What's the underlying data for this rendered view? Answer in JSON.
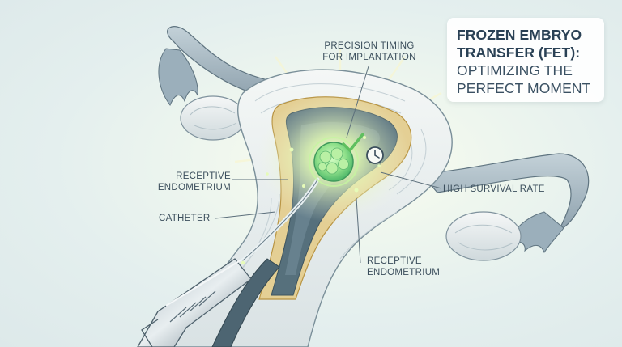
{
  "title": {
    "line1": "FROZEN EMBRYO",
    "line2": "TRANSFER (FET):",
    "line3": "OPTIMIZING THE",
    "line4": "PERFECT MOMENT"
  },
  "labels": {
    "precision_line1": "PRECISION TIMING",
    "precision_line2": "FOR IMPLANTATION",
    "receptive_left_line1": "RECEPTIVE",
    "receptive_left_line2": "ENDOMETRIUM",
    "catheter": "CATHETER",
    "high_survival": "HIGH SURVIVAL RATE",
    "receptive_bottom_line1": "RECEPTIVE",
    "receptive_bottom_line2": "ENDOMETRIUM"
  },
  "icons": {
    "check": "check-mark-icon",
    "clock": "clock-icon"
  },
  "colors": {
    "title_text": "#2a4155",
    "label_text": "#3b4e5c",
    "glow": "#c9f29a",
    "embryo": "#8fd98a",
    "tissue": "#9fb3bf",
    "endometrium": "#c9a35a"
  }
}
